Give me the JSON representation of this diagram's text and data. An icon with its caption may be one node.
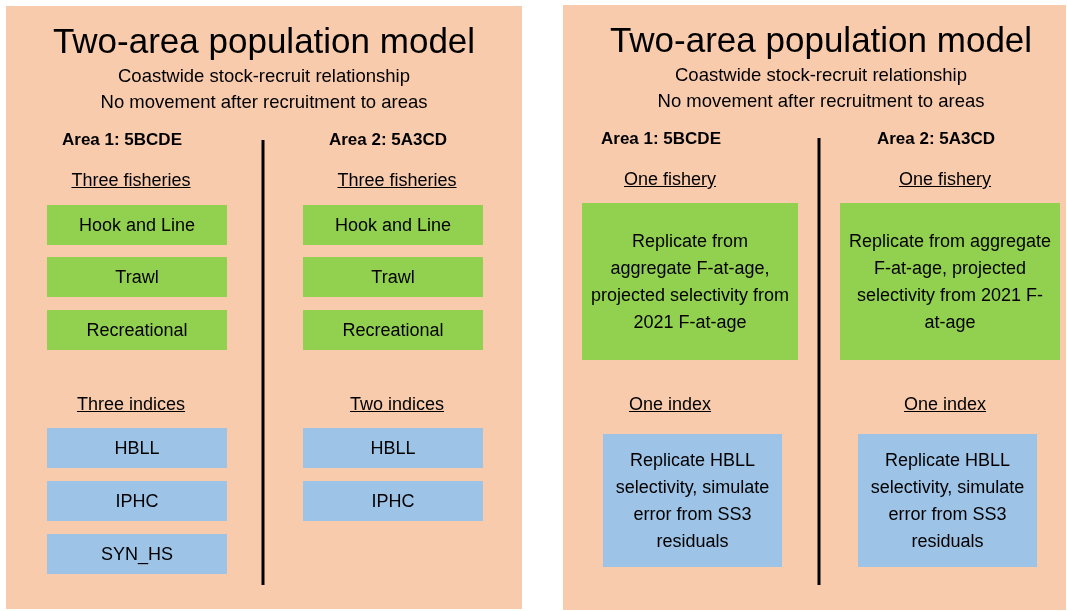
{
  "diagram": {
    "nodes": [
      {
        "text": [
          "Two-area population model",
          "Coastwide stock-recruit relationship",
          "No movement after recruitment to areas",
          "Area 1: 5BCDE",
          "Area 2: 5A3CD",
          "Three fisheries",
          "Three fisheries",
          "Three indices",
          "Two indices"
        ]
      },
      {
        "text": [
          "Hook and Line"
        ],
        "in": 0
      },
      {
        "text": [
          "Trawl"
        ],
        "in": 0
      },
      {
        "text": [
          "Recreational"
        ],
        "in": 0
      },
      {
        "text": [
          "Hook and Line"
        ],
        "in": 0
      },
      {
        "text": [
          "Trawl"
        ],
        "in": 0
      },
      {
        "text": [
          "Recreational"
        ],
        "in": 0
      },
      {
        "text": [
          "HBLL"
        ],
        "in": 0
      },
      {
        "text": [
          "IPHC"
        ],
        "in": 0
      },
      {
        "text": [
          "SYN_HS"
        ],
        "in": 0
      },
      {
        "text": [
          "HBLL"
        ],
        "in": 0
      },
      {
        "text": [
          "IPHC"
        ],
        "in": 0
      },
      {
        "text": [
          "Two-area population model",
          "Coastwide stock-recruit relationship",
          "No movement after recruitment to areas",
          "Area 1: 5BCDE",
          "Area 2: 5A3CD",
          "One fishery",
          "One fishery",
          "One index",
          "One index"
        ]
      },
      {
        "text": [
          "Replicate from aggregate F-at-age, projected selectivity from 2021 F-at-age"
        ],
        "in": 12
      },
      {
        "text": [
          "Replicate from aggregate F-at-age, projected selectivity from 2021 F-at-age"
        ],
        "in": 12
      },
      {
        "text": [
          "Replicate HBLL selectivity, simulate error from SS3 residuals"
        ],
        "in": 12
      },
      {
        "text": [
          "Replicate HBLL selectivity, simulate error from SS3 residuals"
        ],
        "in": 12
      }
    ]
  }
}
